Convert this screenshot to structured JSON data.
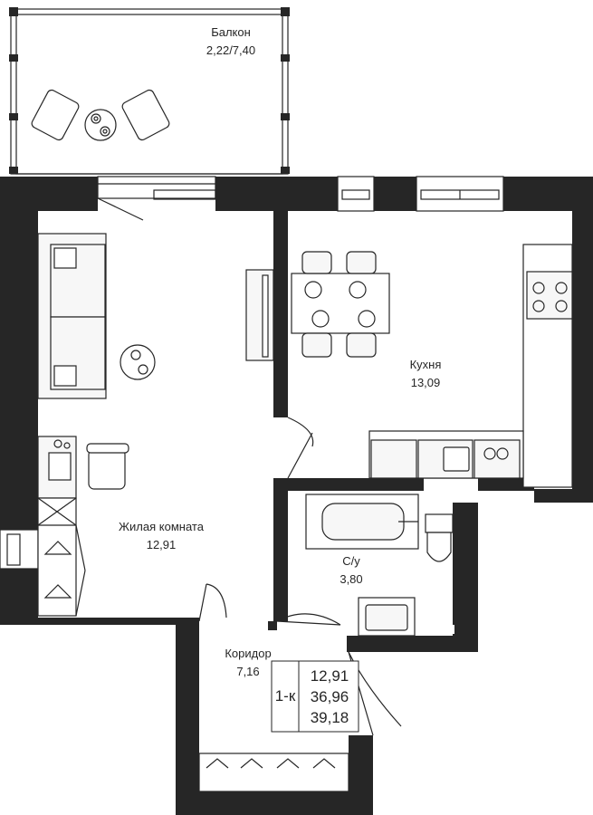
{
  "rooms": {
    "balcony": {
      "name": "Балкон",
      "area": "2,22/7,40"
    },
    "kitchen": {
      "name": "Кухня",
      "area": "13,09"
    },
    "living": {
      "name": "Жилая комната",
      "area": "12,91"
    },
    "bathroom": {
      "name": "С/у",
      "area": "3,80"
    },
    "corridor": {
      "name": "Коридор",
      "area": "7,16"
    }
  },
  "summary": {
    "type": "1-к",
    "living_area": "12,91",
    "total_area": "36,96",
    "total_with_balcony": "39,18"
  },
  "colors": {
    "wall": "#262626",
    "background": "#ffffff",
    "furniture": "#f7f7f7"
  }
}
